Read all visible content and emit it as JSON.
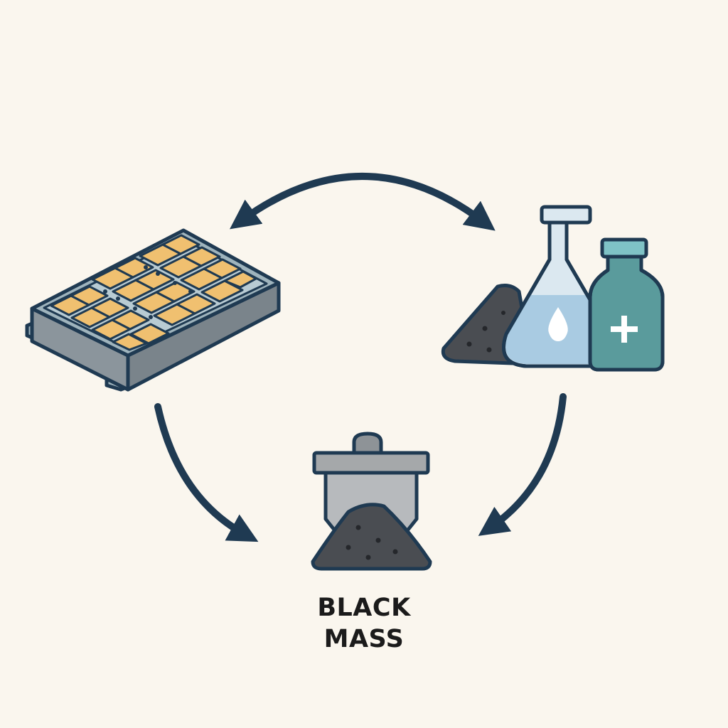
{
  "diagram": {
    "caption": {
      "line1": "BLACK",
      "line2": "MASS"
    },
    "nodes": [
      {
        "id": "battery-pack",
        "icon": "battery-pack-icon"
      },
      {
        "id": "chemicals",
        "icon": "flask-and-bottle-icon"
      },
      {
        "id": "black-mass",
        "icon": "crucible-with-black-mass-icon"
      }
    ],
    "edges": [
      {
        "from": "battery-pack",
        "to": "chemicals",
        "style": "double-arrow"
      },
      {
        "from": "battery-pack",
        "to": "black-mass",
        "style": "arrow"
      },
      {
        "from": "chemicals",
        "to": "black-mass",
        "style": "arrow"
      }
    ]
  },
  "colors": {
    "background": "#faf6ee",
    "outline": "#1f3a52",
    "cell_fill": "#f0c070",
    "pack_frame": "#9fb4bd",
    "pack_side": "#7f8a92",
    "flask_liquid": "#a9cbe2",
    "flask_glass": "#dbe8f0",
    "bottle_fill": "#5a9b9c",
    "bottle_cap": "#7fc3c6",
    "powder": "#4a4d52",
    "crucible": "#a5a8aa"
  }
}
